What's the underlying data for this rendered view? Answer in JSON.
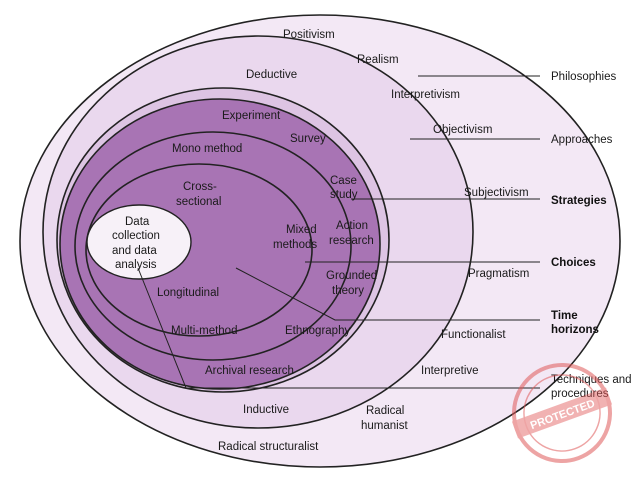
{
  "layers": {
    "philosophies": [
      "Positivism",
      "Realism",
      "Interpretivism",
      "Objectivism",
      "Subjectivism",
      "Pragmatism",
      "Functionalist",
      "Interpretive",
      "Radical humanist",
      "Radical structuralist"
    ],
    "approaches": [
      "Deductive",
      "Inductive"
    ],
    "strategies": [
      "Experiment",
      "Survey",
      "Case study",
      "Action research",
      "Grounded theory",
      "Ethnography",
      "Archival research"
    ],
    "choices": [
      "Mono method",
      "Mixed methods",
      "Multi-method"
    ],
    "time_horizons": [
      "Cross-sectional",
      "Longitudinal"
    ],
    "core": "Data collection and data analysis"
  },
  "labels": {
    "positivism": "Positivism",
    "realism": "Realism",
    "deductive": "Deductive",
    "interpretivism": "Interpretivism",
    "objectivism": "Objectivism",
    "experiment": "Experiment",
    "survey": "Survey",
    "mono_method": "Mono method",
    "cross_1": "Cross-",
    "cross_2": "sectional",
    "case_1": "Case",
    "case_2": "study",
    "subjectivism": "Subjectivism",
    "action_1": "Action",
    "action_2": "research",
    "mixed_1": "Mixed",
    "mixed_2": "methods",
    "core_1": "Data",
    "core_2": "collection",
    "core_3": "and data",
    "core_4": "analysis",
    "grounded_1": "Grounded",
    "grounded_2": "theory",
    "pragmatism": "Pragmatism",
    "longitudinal": "Longitudinal",
    "multi_method": "Multi-method",
    "ethnography": "Ethnography",
    "functionalist": "Functionalist",
    "archival": "Archival research",
    "interpretive": "Interpretive",
    "inductive": "Inductive",
    "radical_1": "Radical",
    "radical_2": "humanist",
    "radical_structuralist": "Radical structuralist"
  },
  "side_labels": {
    "philosophies": "Philosophies",
    "approaches": "Approaches",
    "strategies": "Strategies",
    "choices": "Choices",
    "time_1": "Time",
    "time_2": "horizons",
    "tech_1": "Techniques and",
    "tech_2": "procedures"
  },
  "watermark": {
    "text": "PROTECTED",
    "color": "#e05a5a"
  },
  "colors": {
    "outer": "#f3e8f5",
    "philosophy_ring": "#e6d2ea",
    "approach_ring": "#dcc4e2",
    "strategy_fill": "#a874b4",
    "choice_fill": "#b07cbb",
    "core_fill": "#f7f1f8",
    "stroke": "#222222"
  }
}
